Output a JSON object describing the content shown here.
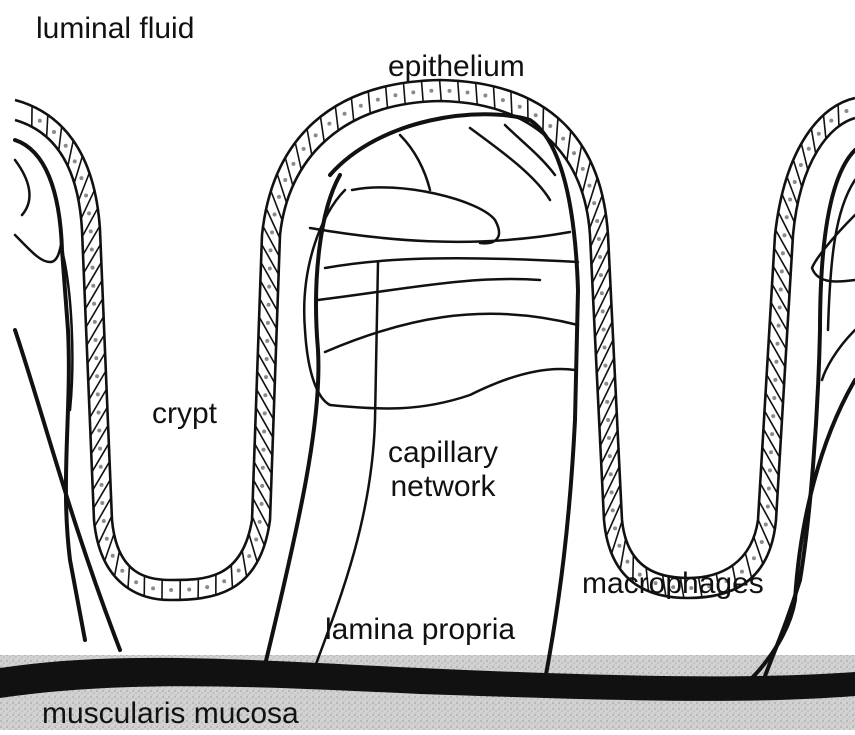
{
  "labels": {
    "luminal_fluid": "luminal fluid",
    "epithelium": "epithelium",
    "crypt": "crypt",
    "capillary_network_line1": "capillary",
    "capillary_network_line2": "network",
    "macrophages": "macrophages",
    "lamina_propria": "lamina propria",
    "muscularis_mucosa": "muscularis mucosa"
  },
  "colors": {
    "ink": "#111111",
    "background": "#ffffff",
    "mucosa_band": "#c9c9c9",
    "cell_nucleus": "#8a8a8a"
  }
}
